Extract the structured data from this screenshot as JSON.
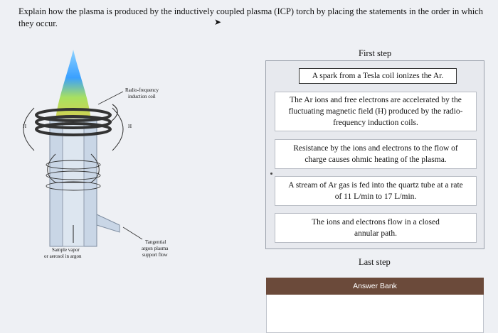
{
  "question": "Explain how the plasma is produced by the inductively coupled plasma (ICP) torch by placing the statements in the order in which they occur.",
  "diagram": {
    "rf_coil_label_1": "Radio-frequency",
    "rf_coil_label_2": "induction coil",
    "field_left": "H",
    "field_right": "H",
    "tangential_1": "Tangential",
    "tangential_2": "argon plasma",
    "tangential_3": "support flow",
    "sample_1": "Sample vapor",
    "sample_2": "or aerosol in argon"
  },
  "ordering": {
    "first_label": "First step",
    "last_label": "Last step",
    "statements": [
      "A spark from a Tesla coil ionizes the Ar.",
      "The Ar ions and free electrons are accelerated by the fluctuating magnetic field (H) produced by the radio-frequency induction coils.",
      "Resistance by the ions and electrons to the flow of charge causes ohmic heating of the plasma.",
      "A stream of Ar gas is fed into the quartz tube at a rate of 11 L/min to 17 L/min.",
      "The ions and electrons flow in a closed annular path."
    ]
  },
  "answer_bank": {
    "title": "Answer Bank"
  }
}
